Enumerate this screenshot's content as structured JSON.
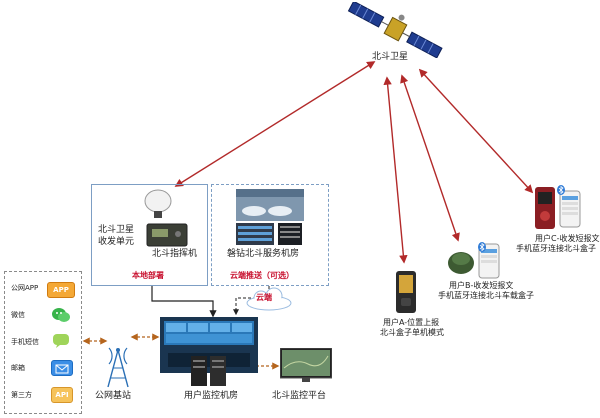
{
  "satellite": {
    "label": "北斗卫星"
  },
  "local": {
    "unit_label_line1": "北斗卫星",
    "unit_label_line2": "收发单元",
    "command_label": "北斗指挥机",
    "deploy_label": "本地部署"
  },
  "cloud": {
    "server_label": "磐钻北斗服务机房",
    "push_label": "云端推送（可选）",
    "cloud_label": "云端"
  },
  "channels": {
    "items": [
      {
        "label": "公网APP",
        "badge": "APP"
      },
      {
        "label": "微信",
        "badge": ""
      },
      {
        "label": "手机短信",
        "badge": ""
      },
      {
        "label": "邮箱",
        "badge": ""
      },
      {
        "label": "第三方",
        "badge": "API"
      }
    ]
  },
  "bottom": {
    "base_station_label": "公网基站",
    "user_room_label": "用户监控机房",
    "platform_label": "北斗监控平台"
  },
  "users": {
    "a_line1": "用户A-位置上报",
    "a_line2": "北斗盒子单机模式",
    "b_line1": "用户B-收发短报文",
    "b_line2": "手机蓝牙连接北斗车载盒子",
    "c_line1": "用户C-收发短报文",
    "c_line2": "手机蓝牙连接北斗盒子"
  },
  "colors": {
    "link_red": "#b22a2a",
    "box_blue": "#7d9ec4",
    "accent_red": "#c8102e",
    "brown_dashed": "#b5651d"
  }
}
